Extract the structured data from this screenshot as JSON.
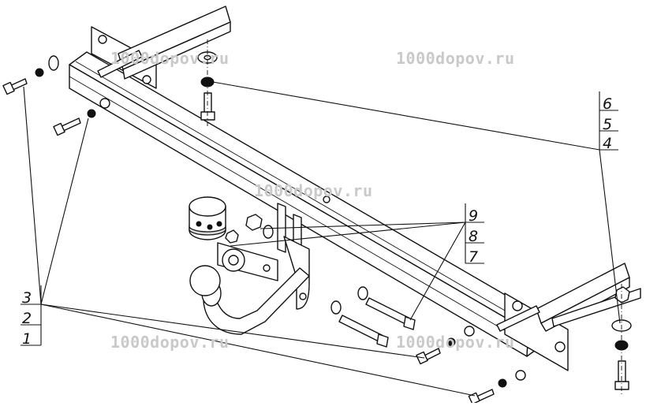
{
  "watermark": {
    "text": "1000dopov.ru",
    "color": "#c9c9c9"
  },
  "callouts": {
    "left": [
      "3",
      "2",
      "1"
    ],
    "center": [
      "9",
      "8",
      "7"
    ],
    "right": [
      "6",
      "5",
      "4"
    ]
  }
}
